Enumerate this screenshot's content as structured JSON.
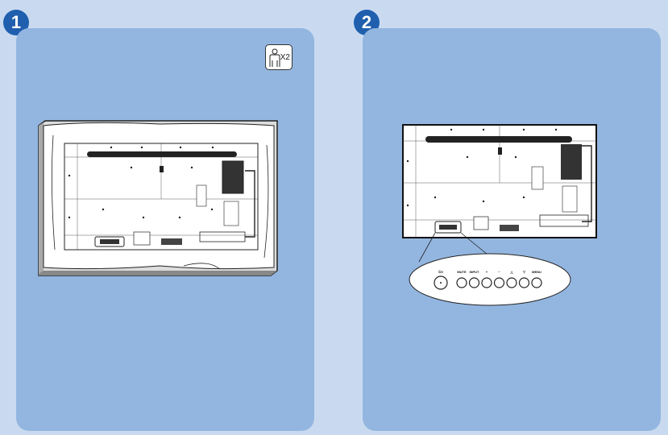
{
  "steps": [
    {
      "number": "1"
    },
    {
      "number": "2"
    }
  ],
  "people_icon": {
    "icon": "two-person-icon",
    "multiplier": "X2"
  },
  "control_panel": {
    "buttons": [
      {
        "label": "⏻/I",
        "kind": "power"
      },
      {
        "label": "MUTE",
        "kind": "round"
      },
      {
        "label": "INPUT",
        "kind": "round"
      },
      {
        "label": "+",
        "kind": "round"
      },
      {
        "label": "−",
        "kind": "round"
      },
      {
        "label": "△",
        "kind": "round"
      },
      {
        "label": "▽",
        "kind": "round"
      },
      {
        "label": "MENU",
        "kind": "round"
      }
    ]
  },
  "colors": {
    "background": "#c9daf0",
    "panel": "#93b6e0",
    "badge": "#1f5fae"
  }
}
